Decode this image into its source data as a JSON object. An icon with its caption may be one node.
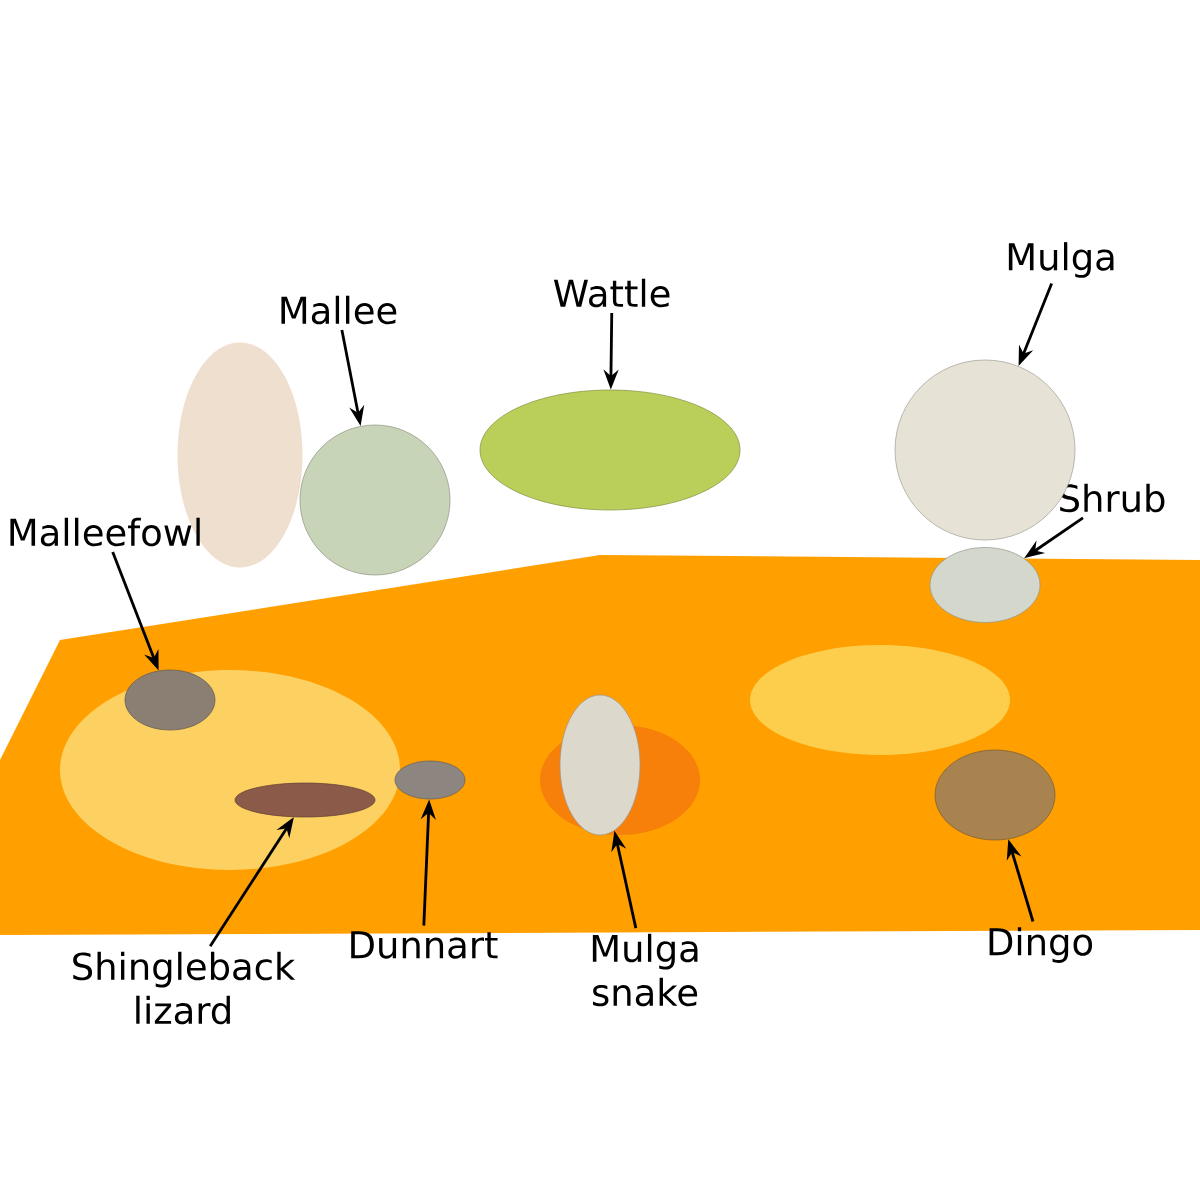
{
  "diagram": {
    "nodes": [
      {
        "text": [
          "Mallee"
        ]
      },
      {
        "text": [
          "Wattle"
        ]
      },
      {
        "text": [
          "Mulga"
        ]
      },
      {
        "text": [
          "Malleefowl"
        ]
      },
      {
        "text": [
          "Shrub"
        ]
      },
      {
        "text": [
          "Shingleback lizard"
        ]
      },
      {
        "text": [
          "Dunnart"
        ]
      },
      {
        "text": [
          "Mulga snake"
        ]
      },
      {
        "text": [
          "Dingo"
        ]
      },
      {
        "text": [],
        "shape": "circle"
      },
      {
        "text": [],
        "shape": "circle"
      },
      {
        "text": [],
        "shape": "circle"
      },
      {
        "text": [],
        "shape": "circle"
      },
      {
        "text": [],
        "shape": "circle"
      },
      {
        "text": [],
        "shape": "circle"
      },
      {
        "text": [],
        "shape": "circle"
      },
      {
        "text": [],
        "shape": "circle"
      },
      {
        "text": [],
        "shape": "circle"
      }
    ],
    "edges": [
      {
        "from": 0,
        "to": 9,
        "arrow": "to"
      },
      {
        "from": 1,
        "to": 10,
        "arrow": "to"
      },
      {
        "from": 2,
        "to": 11,
        "arrow": "to"
      },
      {
        "from": 3,
        "to": 13,
        "arrow": "to"
      },
      {
        "from": 4,
        "to": 12,
        "arrow": "to"
      },
      {
        "from": 5,
        "to": 14,
        "arrow": "to"
      },
      {
        "from": 6,
        "to": 15,
        "arrow": "to"
      },
      {
        "from": 7,
        "to": 16,
        "arrow": "to"
      },
      {
        "from": 8,
        "to": 17,
        "arrow": "to"
      }
    ]
  }
}
